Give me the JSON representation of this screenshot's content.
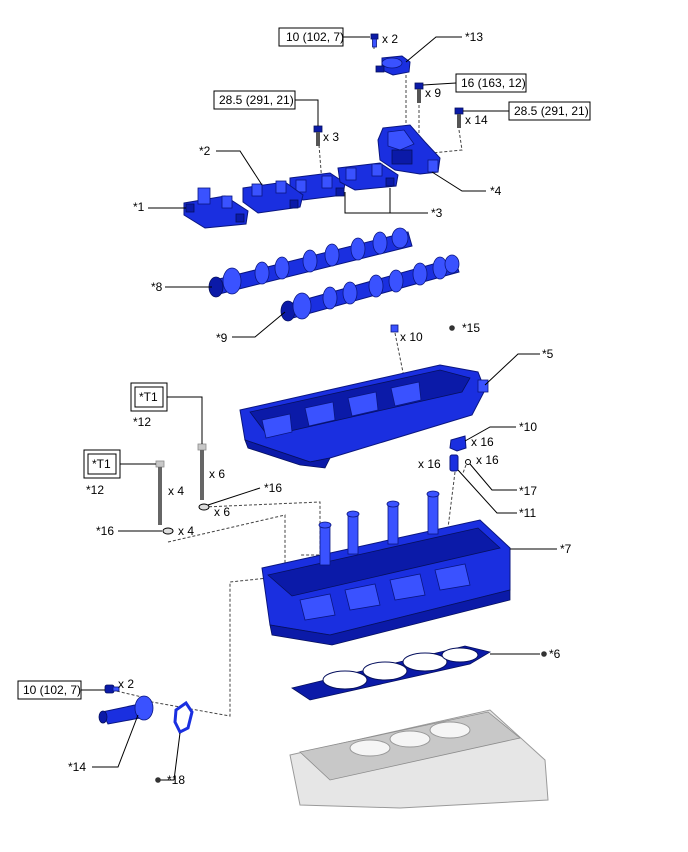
{
  "colors": {
    "part": "#1a2fe0",
    "block": "#e6e6e6",
    "line": "#000000"
  },
  "torque": {
    "t1": "10 (102, 7)",
    "t2": "16 (163, 12)",
    "t3": "28.5 (291, 21)",
    "t4": "28.5 (291, 21)",
    "t5": "10 (102, 7)"
  },
  "tool_box": {
    "a": "*T1",
    "b": "*T1"
  },
  "callouts": {
    "c1": "*1",
    "c2": "*2",
    "c3": "*3",
    "c4": "*4",
    "c5": "*5",
    "c6": "*6",
    "c7": "*7",
    "c8": "*8",
    "c9": "*9",
    "c10": "*10",
    "c11": "*11",
    "c12a": "*12",
    "c12b": "*12",
    "c13": "*13",
    "c14": "*14",
    "c15": "*15",
    "c16a": "*16",
    "c16b": "*16",
    "c17": "*17",
    "c18": "*18"
  },
  "qty": {
    "q_x2_top": "x 2",
    "q_x9": "x 9",
    "q_x14": "x 14",
    "q_x3": "x 3",
    "q_x10": "x 10",
    "q_x16_a": "x 16",
    "q_x16_b": "x 16",
    "q_x16_c": "x 16",
    "q_x6_a": "x 6",
    "q_x6_b": "x 6",
    "q_x4_a": "x 4",
    "q_x4_b": "x 4",
    "q_x2_bot": "x 2"
  }
}
